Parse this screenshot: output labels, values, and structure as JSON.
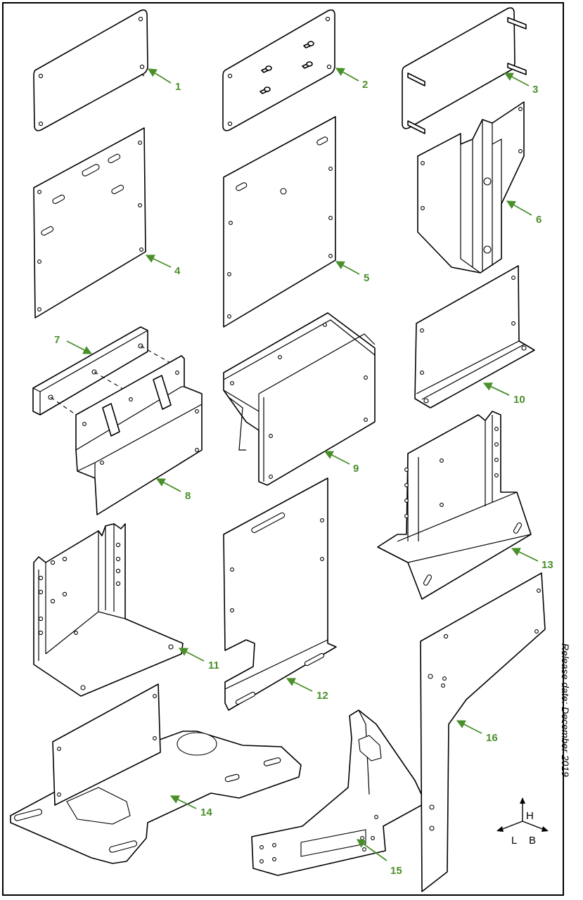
{
  "callouts": [
    {
      "id": "1",
      "label": "1"
    },
    {
      "id": "2",
      "label": "2"
    },
    {
      "id": "3",
      "label": "3"
    },
    {
      "id": "4",
      "label": "4"
    },
    {
      "id": "5",
      "label": "5"
    },
    {
      "id": "6",
      "label": "6"
    },
    {
      "id": "7",
      "label": "7"
    },
    {
      "id": "8",
      "label": "8"
    },
    {
      "id": "9",
      "label": "9"
    },
    {
      "id": "10",
      "label": "10"
    },
    {
      "id": "11",
      "label": "11"
    },
    {
      "id": "12",
      "label": "12"
    },
    {
      "id": "13",
      "label": "13"
    },
    {
      "id": "14",
      "label": "14"
    },
    {
      "id": "15",
      "label": "15"
    },
    {
      "id": "16",
      "label": "16"
    }
  ],
  "axes": {
    "h": "H",
    "l": "L",
    "b": "B"
  },
  "release_date": "Release date: December 2019",
  "colors": {
    "callout": "#4a8f2a",
    "line": "#000000",
    "background": "#ffffff"
  }
}
